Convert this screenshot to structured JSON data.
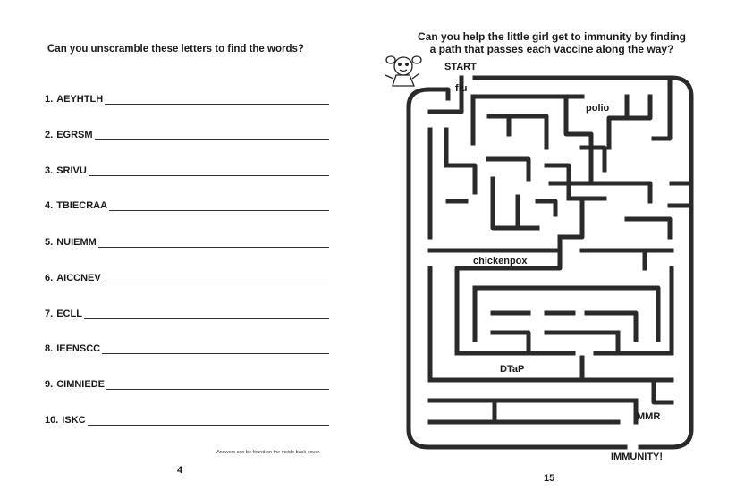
{
  "left_page": {
    "title": "Can you unscramble these letters to find the words?",
    "items": [
      {
        "number": "1.",
        "letters": "AEYHTLH"
      },
      {
        "number": "2.",
        "letters": "EGRSM"
      },
      {
        "number": "3.",
        "letters": "SRIVU"
      },
      {
        "number": "4.",
        "letters": "TBIECRAA"
      },
      {
        "number": "5.",
        "letters": "NUIEMM"
      },
      {
        "number": "6.",
        "letters": "AICCNEV"
      },
      {
        "number": "7.",
        "letters": "ECLL"
      },
      {
        "number": "8.",
        "letters": "IEENSCC"
      },
      {
        "number": "9.",
        "letters": "CIMNIEDE"
      },
      {
        "number": "10.",
        "letters": "ISKC"
      }
    ],
    "answers_note": "Answers can be found on the inside back cover.",
    "page_number": "4"
  },
  "right_page": {
    "title_line1": "Can you help the little girl get to immunity by finding",
    "title_line2": "a path that passes each vaccine along the way?",
    "maze_labels": {
      "start": "START",
      "flu": "flu",
      "polio": "polio",
      "chickenpox": "chickenpox",
      "dtap": "DTaP",
      "mmr": "MMR",
      "immunity": "IMMUNITY!"
    },
    "page_number": "15"
  }
}
